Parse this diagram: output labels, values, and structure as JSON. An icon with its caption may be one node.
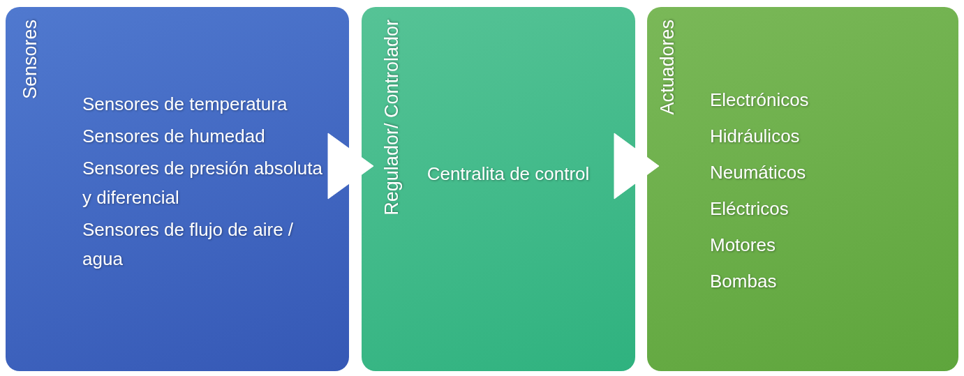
{
  "diagram": {
    "nodes": [
      {
        "text": [
          "Sensores",
          "Sensores de temperatura",
          "Sensores de humedad",
          "Sensores de presión absoluta y diferencial",
          "Sensores de flujo de aire / agua"
        ]
      },
      {
        "text": [
          "Regulador/ Controlador",
          "Centralita de control"
        ]
      },
      {
        "text": [
          "Actuadores",
          "Electrónicos",
          "Hidráulicos",
          "Neumáticos",
          "Eléctricos",
          "Motores",
          "Bombas"
        ]
      }
    ],
    "edges": [
      {
        "from": 0,
        "to": 1,
        "arrow": "to"
      },
      {
        "from": 1,
        "to": 2,
        "arrow": "to"
      }
    ]
  }
}
